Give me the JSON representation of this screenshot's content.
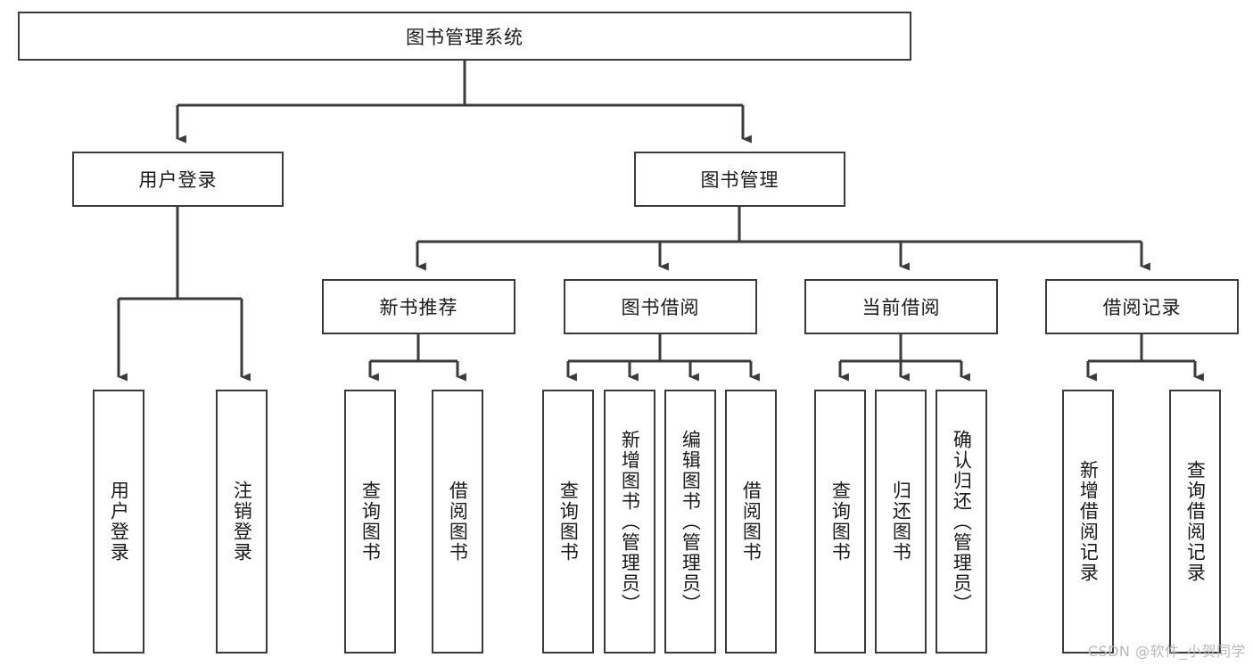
{
  "diagram": {
    "type": "tree-hierarchy",
    "title": "图书管理系统",
    "root": {
      "label": "图书管理系统"
    },
    "level2": [
      {
        "label": "用户登录"
      },
      {
        "label": "图书管理"
      }
    ],
    "level3": [
      {
        "label": "新书推荐"
      },
      {
        "label": "图书借阅"
      },
      {
        "label": "当前借阅"
      },
      {
        "label": "借阅记录"
      }
    ],
    "leaves": {
      "user_login": [
        "用户登录",
        "注销登录"
      ],
      "new_book_recommend": [
        "查询图书",
        "借阅图书"
      ],
      "book_borrow": [
        "查询图书",
        "新增图书（管理员）",
        "编辑图书（管理员）",
        "借阅图书"
      ],
      "current_borrow": [
        "查询图书",
        "归还图书",
        "确认归还（管理员）"
      ],
      "borrow_record": [
        "新增借阅记录",
        "查询借阅记录"
      ]
    },
    "colors": {
      "stroke": "#3b3b3b",
      "fill": "#ffffff",
      "text": "#1a1a1a",
      "watermark": "#b9b9b9"
    }
  },
  "watermark": {
    "text": "CSDN @软件_小贺同学"
  }
}
